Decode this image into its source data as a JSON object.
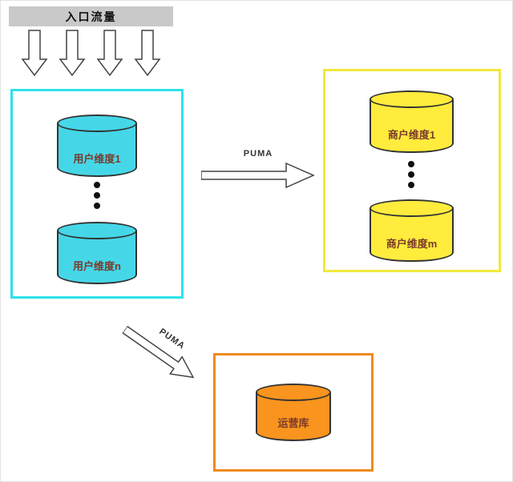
{
  "diagram": {
    "banner": {
      "label": "入口流量"
    },
    "user_box": {
      "cylinders": [
        {
          "label": "用户维度1"
        },
        {
          "label": "用户维度n"
        }
      ]
    },
    "merchant_box": {
      "cylinders": [
        {
          "label": "商户维度1"
        },
        {
          "label": "商户维度m"
        }
      ]
    },
    "ops_box": {
      "cylinder": {
        "label": "运营库"
      }
    },
    "arrows": {
      "puma_horizontal": "PUMA",
      "puma_diagonal": "PUMA"
    },
    "colors": {
      "banner_bg": "#c9c9c9",
      "user_border": "#2ee2ea",
      "user_fill": "#45d7e8",
      "merchant_border": "#f2e83c",
      "merchant_fill": "#ffec3d",
      "ops_border": "#f08a1e",
      "ops_fill": "#f9941e"
    }
  }
}
